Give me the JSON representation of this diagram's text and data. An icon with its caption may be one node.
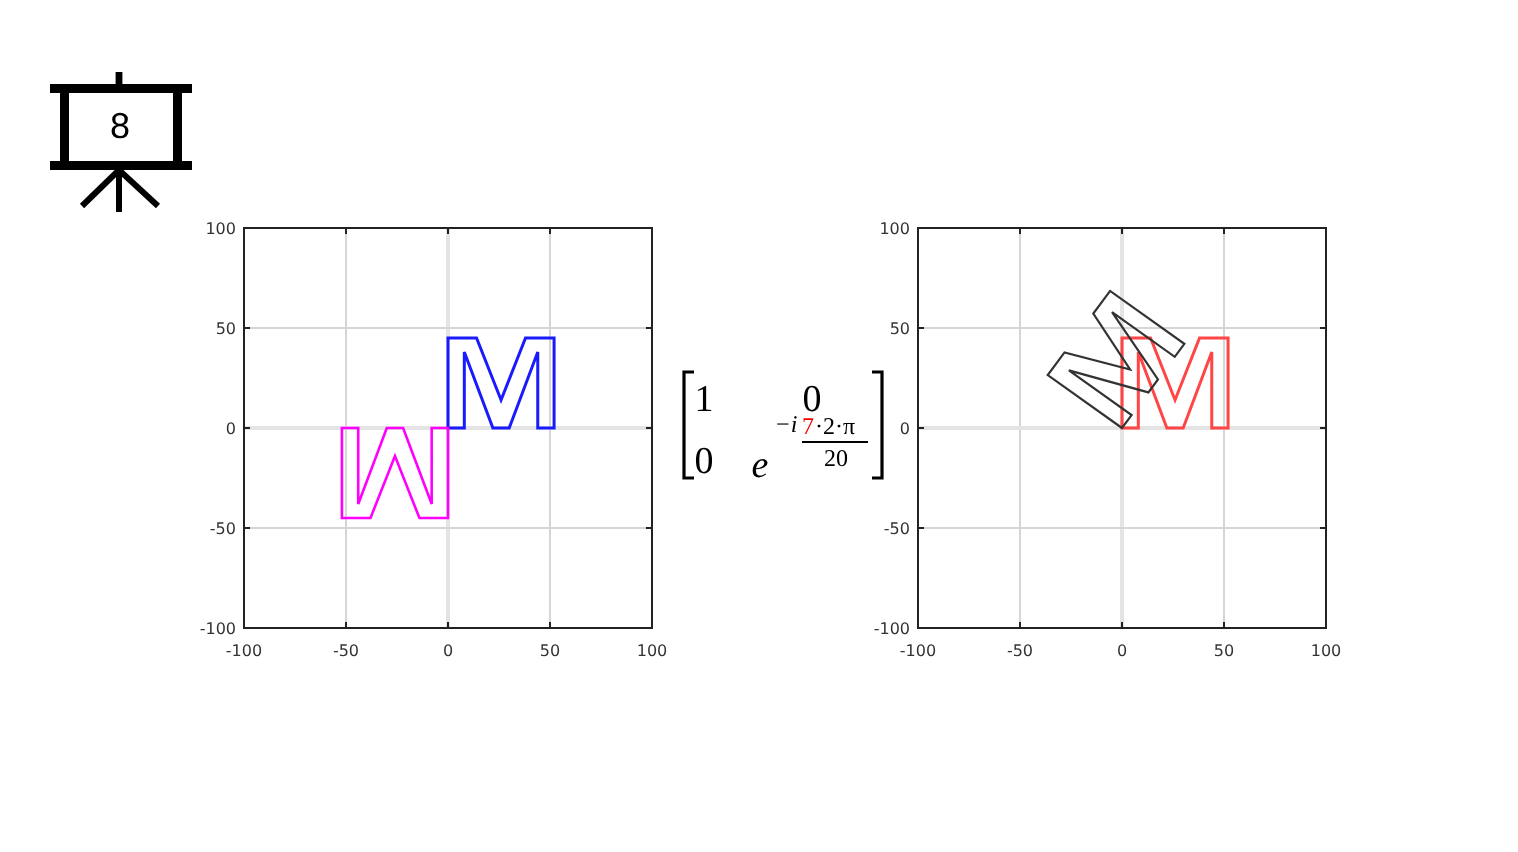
{
  "diagram": {
    "nodes": [
      {
        "text": [
          "8"
        ]
      }
    ],
    "labels": [
      "1",
      "0",
      "0",
      "e",
      "−i",
      "7",
      "·2·π",
      "20"
    ],
    "chart_data": [
      {
        "type": "line",
        "grid": true,
        "xlim": [
          -100,
          100
        ],
        "ylim": [
          -100,
          100
        ],
        "xticks": [
          -100,
          -50,
          0,
          50,
          100
        ],
        "yticks": [
          -100,
          -50,
          0,
          50,
          100
        ]
      },
      {
        "type": "line",
        "grid": true,
        "xlim": [
          -100,
          100
        ],
        "ylim": [
          -100,
          100
        ],
        "xticks": [
          -100,
          -50,
          0,
          50,
          100
        ],
        "yticks": [
          -100,
          -50,
          0,
          50,
          100
        ]
      }
    ]
  }
}
